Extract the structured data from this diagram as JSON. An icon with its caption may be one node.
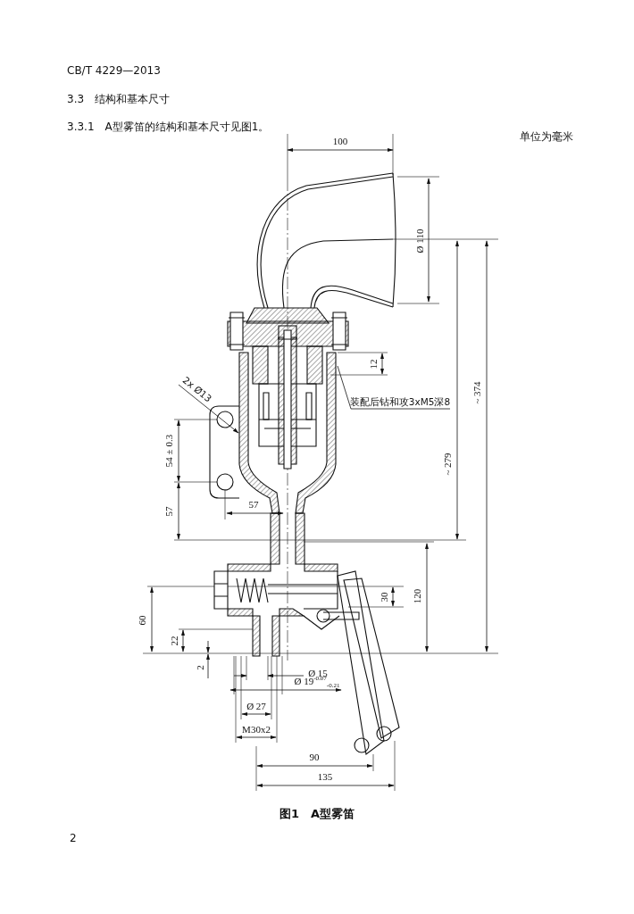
{
  "diagram": {
    "caption": "图1　A型雾笛",
    "nodes": [
      {
        "text": [
          "2x Ø13"
        ]
      },
      {
        "text": [
          "装配后钻和攻3xM5深8"
        ]
      }
    ],
    "edges": [
      {
        "from": 0,
        "to": null,
        "arrow": "to"
      },
      {
        "from": 1,
        "to": null,
        "arrow": "none"
      }
    ],
    "labels": [
      "CB/T 4229—2013",
      "3.3　结构和基本尺寸",
      "3.3.1　A型雾笛的结构和基本尺寸见图1。",
      "100",
      "单位为毫米",
      "Ø 110",
      "12",
      "54 ± 0.3",
      "~ 279",
      "~ 374",
      "57",
      "57",
      "120",
      "30",
      "60",
      "22",
      "2",
      "Ø 15",
      "Ø 19$^{-0.07}$$_{-0.21}$",
      "Ø 27",
      "M30x2",
      "90",
      "135",
      "2"
    ]
  }
}
